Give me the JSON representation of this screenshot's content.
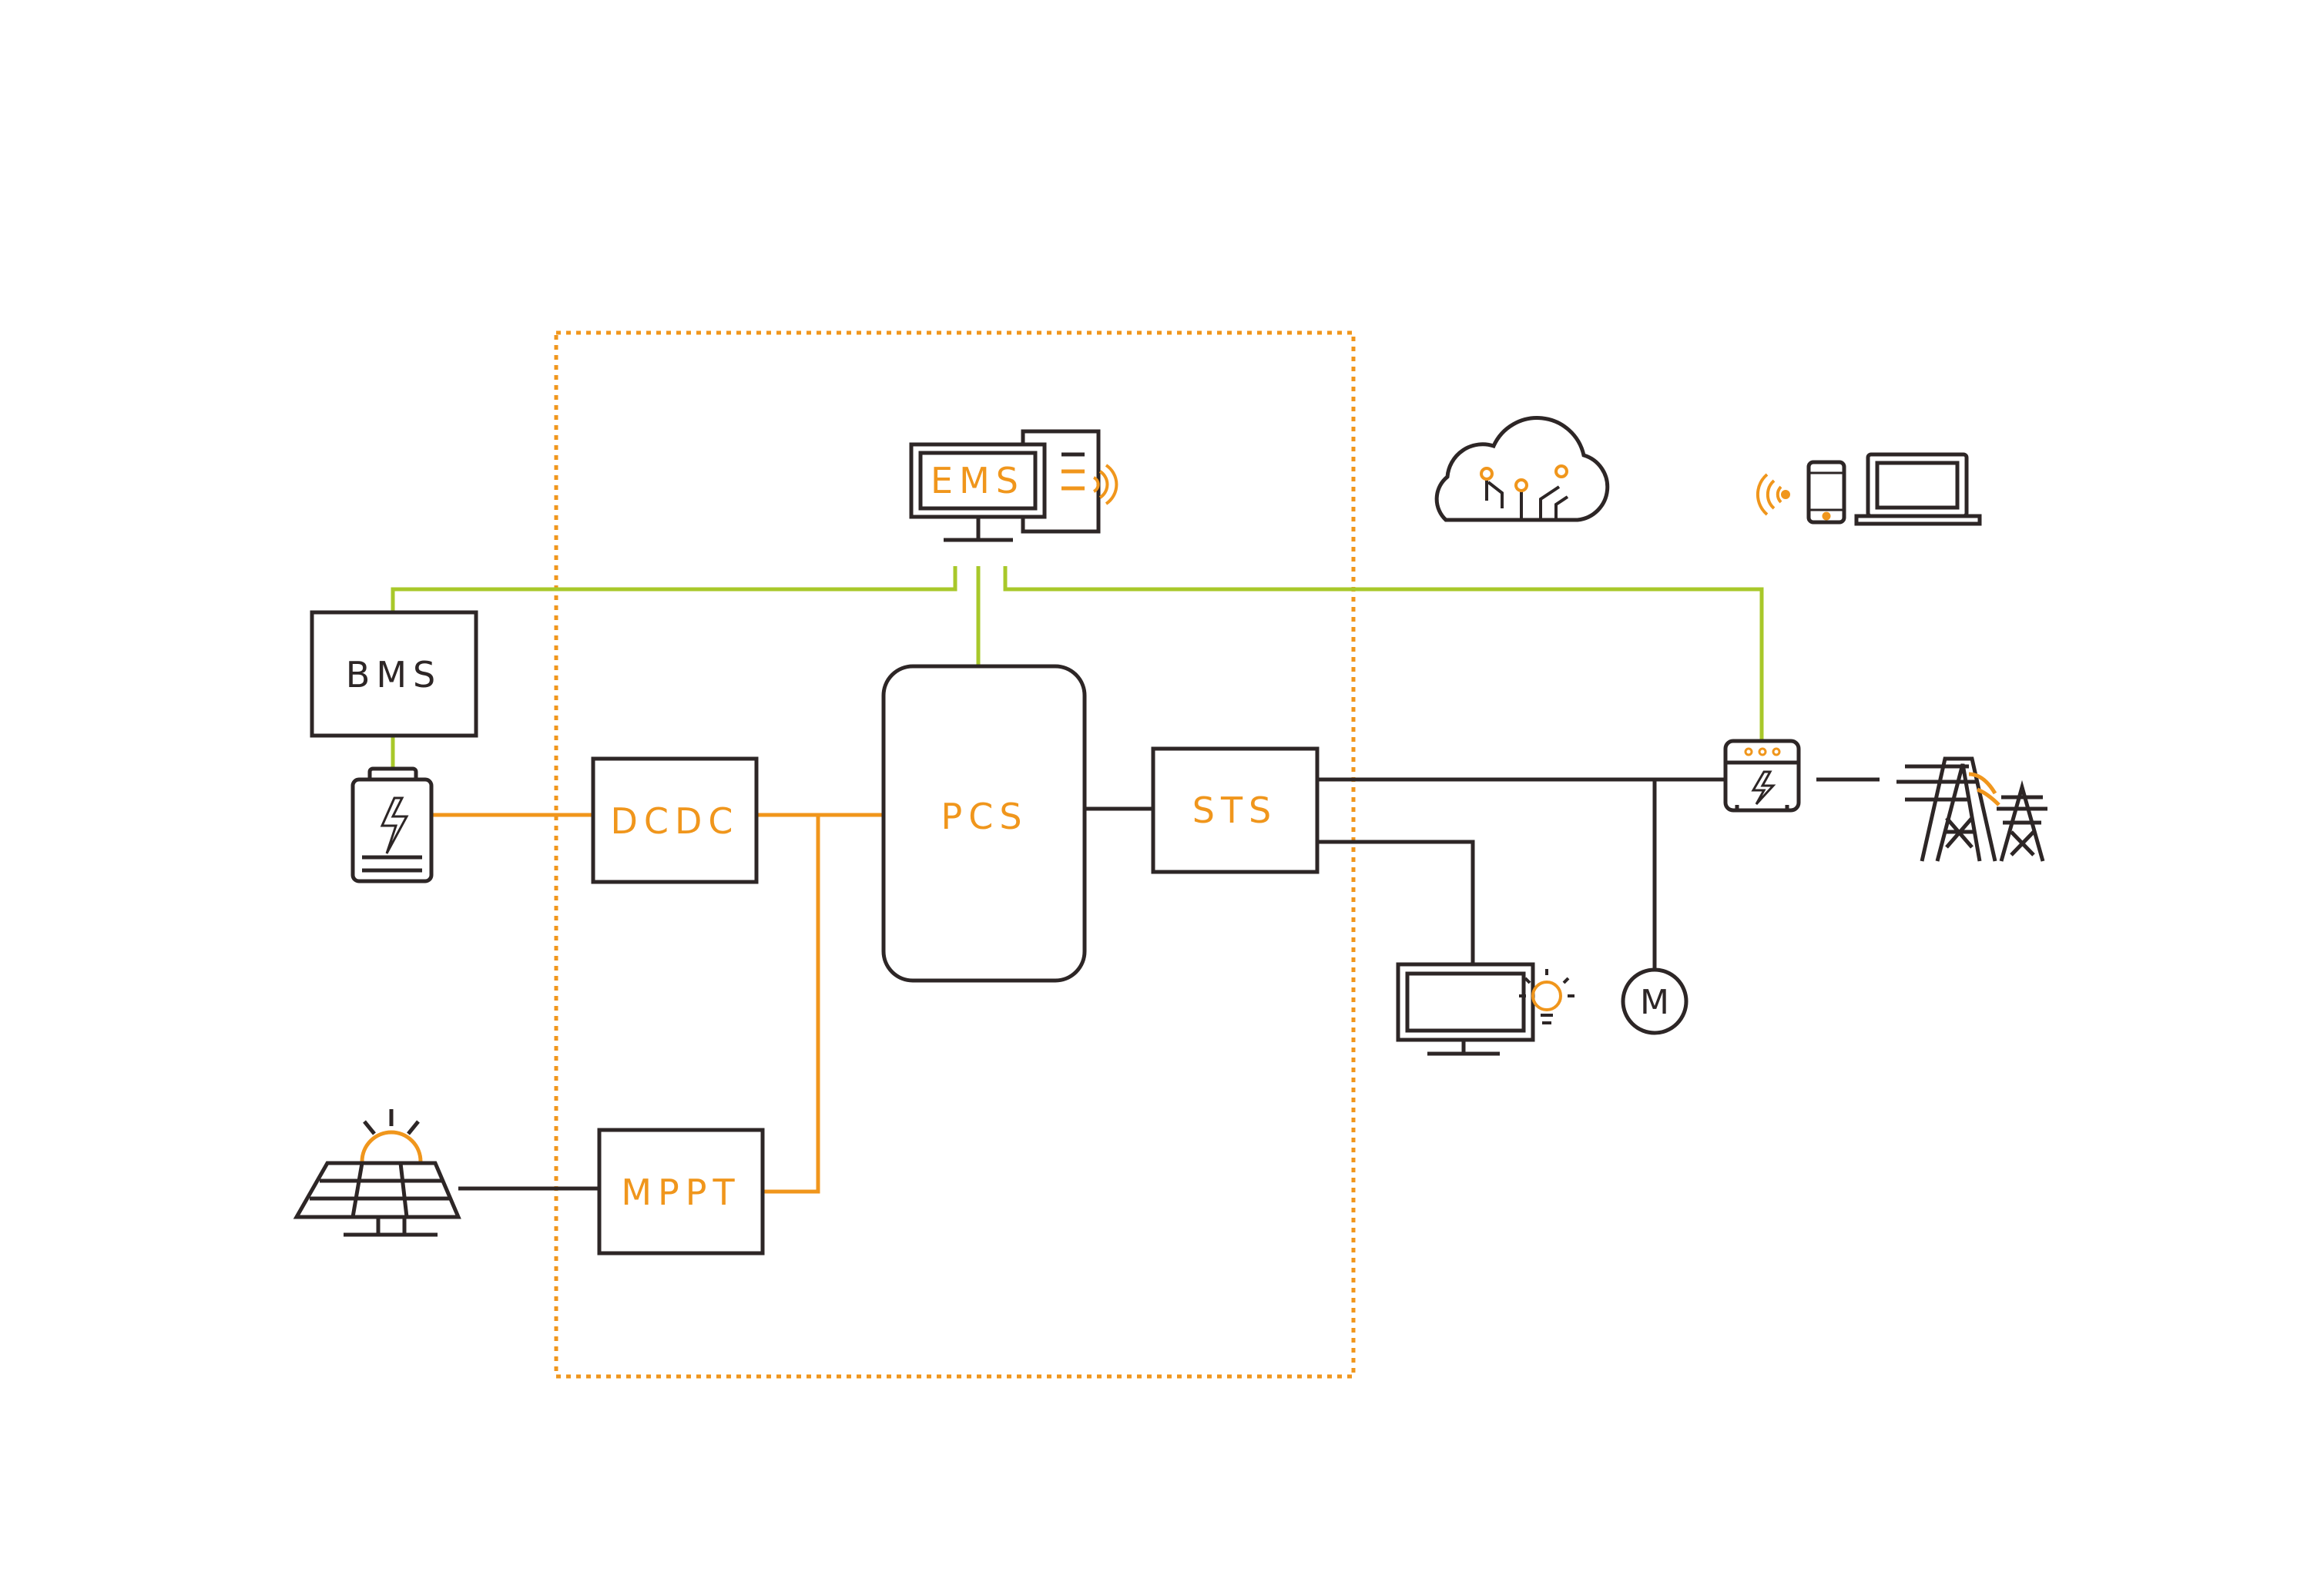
{
  "colors": {
    "orange": "#f0961c",
    "green": "#a8c82a",
    "dark": "#2d2626",
    "boundary": "#f0961c"
  },
  "blocks": {
    "ems": "EMS",
    "bms": "BMS",
    "dcdc": "DCDC",
    "pcs": "PCS",
    "sts": "STS",
    "mppt": "MPPT",
    "motor": "M"
  },
  "icons": [
    "monitor-icon",
    "battery-icon",
    "solar-panel-icon",
    "cloud-icon",
    "wifi-icon",
    "phone-icon",
    "laptop-icon",
    "meter-icon",
    "power-tower-icon",
    "load-monitor-icon",
    "lightbulb-icon",
    "motor-icon"
  ]
}
